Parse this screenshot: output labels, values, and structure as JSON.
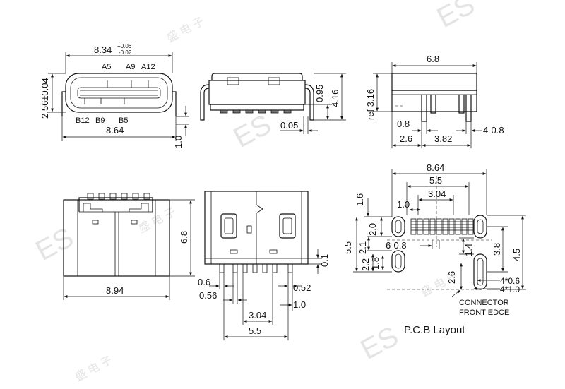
{
  "watermark": {
    "logo_text": "ES",
    "chinese_text": "盛 电 子"
  },
  "top_left": {
    "width_main": "8.34",
    "tol_plus": "+0.06",
    "tol_minus": "-0.02",
    "height": "2.56±0.04",
    "pins_top": [
      "A5",
      "A9",
      "A12"
    ],
    "pins_bottom": [
      "B12",
      "B9",
      "B5"
    ],
    "width_leads": "8.64",
    "lead_offset": "1.0"
  },
  "top_middle": {
    "d1": "0.95",
    "d2": "4.16",
    "d3": "0.05"
  },
  "top_right": {
    "width": "6.8",
    "ref": "ref 3.16",
    "d1": "0.8",
    "d2": "2.6",
    "d3": "3.82",
    "d4": "4-0.8"
  },
  "bottom_left": {
    "height": "6.8",
    "width": "8.94"
  },
  "bottom_middle": {
    "d1": "0.6",
    "d2": "0.56",
    "d3": "0.52",
    "d4": "1.0",
    "d5": "3.04",
    "d6": "5.5",
    "d7": "0.1"
  },
  "pcb": {
    "w1": "8.64",
    "w2": "5.5",
    "w3": "3.04",
    "w4": "1.0",
    "h1": "1.6",
    "h2": "2.0",
    "h3": "5.5",
    "h4": "2.1",
    "h5": "6-0.8",
    "h6": "2.2",
    "h7": "1.8",
    "h8": "1.4",
    "h9": "3.8",
    "h10": "4.5",
    "h11": "2.6",
    "hole1": "4*0.6",
    "hole2": "4*1.0",
    "note_line1": "CONNECTOR",
    "note_line2": "FRONT EDCE",
    "title": "P.C.B Layout"
  }
}
